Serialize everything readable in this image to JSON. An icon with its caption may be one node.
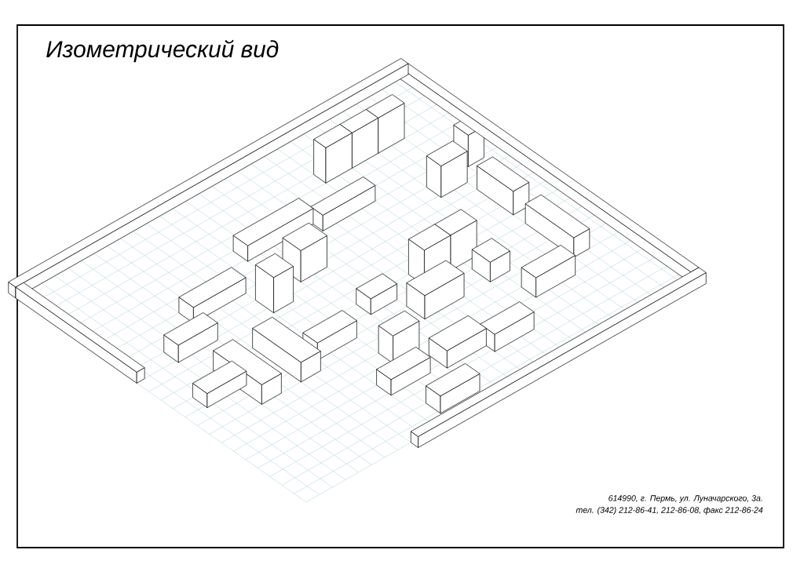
{
  "diagram": {
    "title": "Изометрический вид",
    "labels": [
      "614990, г. Пермь, ул. Луначарского, 3а.",
      "тел. (342) 212-86-41, 212-86-08, факс 212-86-24"
    ]
  }
}
